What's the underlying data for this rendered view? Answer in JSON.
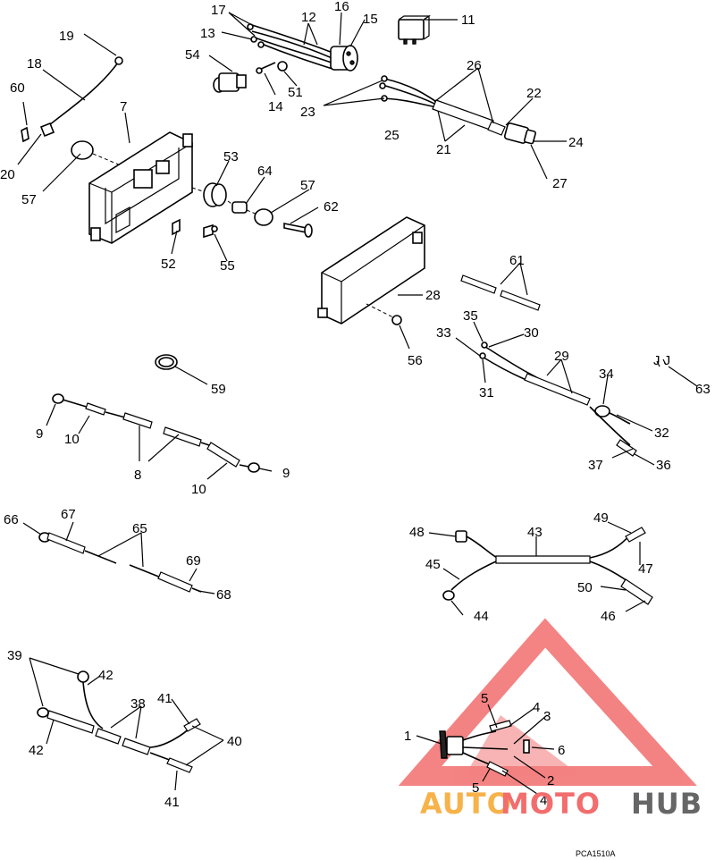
{
  "labels": {
    "l1": "1",
    "l2": "2",
    "l3": "3",
    "l4a": "4",
    "l4b": "4",
    "l5a": "5",
    "l5b": "5",
    "l6": "6",
    "l7": "7",
    "l8": "8",
    "l9a": "9",
    "l9b": "9",
    "l10a": "10",
    "l10b": "10",
    "l11": "11",
    "l12": "12",
    "l13": "13",
    "l14": "14",
    "l15": "15",
    "l16": "16",
    "l17": "17",
    "l18": "18",
    "l19": "19",
    "l20": "20",
    "l21": "21",
    "l22": "22",
    "l23": "23",
    "l24": "24",
    "l25": "25",
    "l26": "26",
    "l27": "27",
    "l28": "28",
    "l29": "29",
    "l30": "30",
    "l31": "31",
    "l32": "32",
    "l33": "33",
    "l34": "34",
    "l35": "35",
    "l36": "36",
    "l37": "37",
    "l38": "38",
    "l39": "39",
    "l40": "40",
    "l41a": "41",
    "l41b": "41",
    "l42a": "42",
    "l42b": "42",
    "l43": "43",
    "l44": "44",
    "l45": "45",
    "l46": "46",
    "l47": "47",
    "l48": "48",
    "l49": "49",
    "l50": "50",
    "l51": "51",
    "l52": "52",
    "l53": "53",
    "l54": "54",
    "l55": "55",
    "l56": "56",
    "l57a": "57",
    "l57b": "57",
    "l59": "59",
    "l60": "60",
    "l61": "61",
    "l62": "62",
    "l63": "63",
    "l64": "64",
    "l65": "65",
    "l66": "66",
    "l67": "67",
    "l68": "68",
    "l69": "69"
  },
  "figure_code": "PCA1510A",
  "watermark": {
    "part1": "AUTO",
    "part2": "MOTO",
    "part3": "HUB",
    "color_red": "#f26d6d",
    "color_orange": "#f7b24a",
    "color_gray": "#666666"
  }
}
